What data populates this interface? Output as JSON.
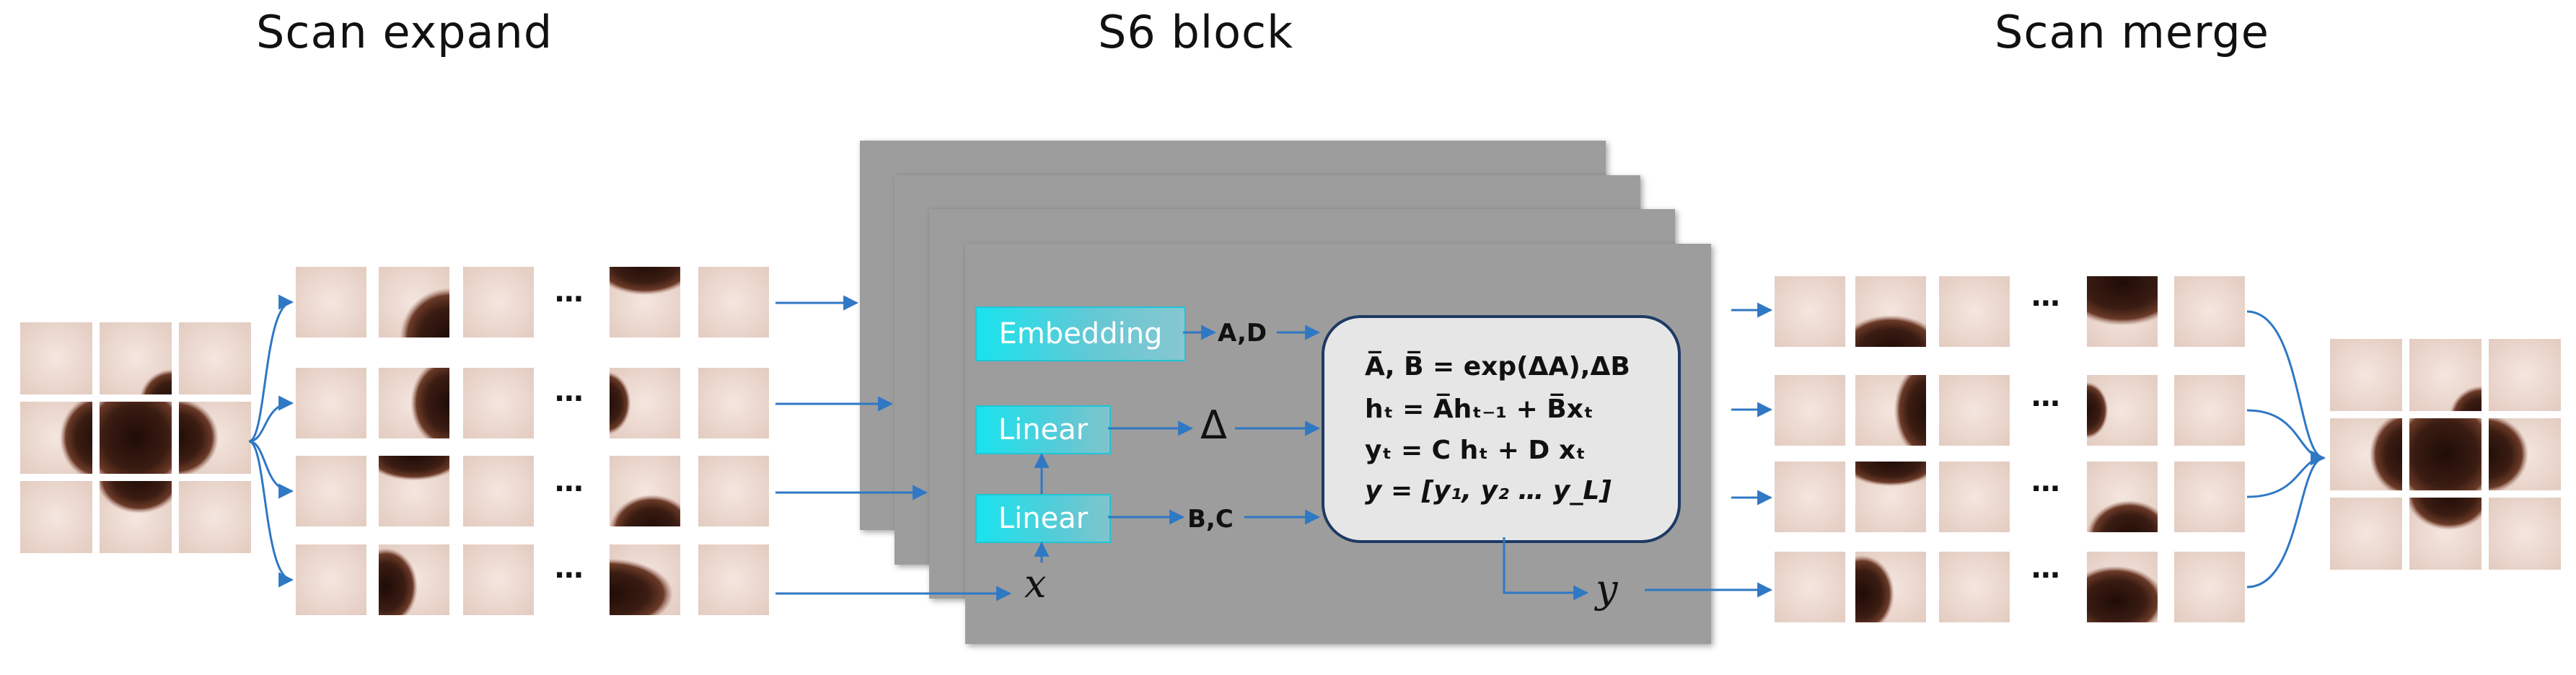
{
  "headings": {
    "scan_expand": "Scan expand",
    "s6_block": "S6 block",
    "scan_merge": "Scan merge"
  },
  "ellipsis": "···",
  "s6": {
    "embedding_label": "Embedding",
    "linear_label": "Linear",
    "ad_label": "A,D",
    "bc_label": "B,C",
    "delta_symbol": "Δ",
    "x_symbol": "x",
    "y_symbol": "y",
    "equations": [
      "A̅, B̅  = exp(ΔA),ΔB",
      "hₜ = A̅hₜ₋₁ + B̅xₜ",
      "yₜ = C hₜ  + D xₜ",
      "y = [y₁, y₂ … y_L]"
    ]
  },
  "colors": {
    "arrow": "#2f78c4",
    "block_fill": "#9d9d9d",
    "cyan_box": "#18e3ee",
    "eq_border": "#1d3a63",
    "skin": "#eedad0",
    "lesion": "#3a1c12"
  },
  "icons": [
    "skin-patch-image",
    "arrow-icon"
  ]
}
